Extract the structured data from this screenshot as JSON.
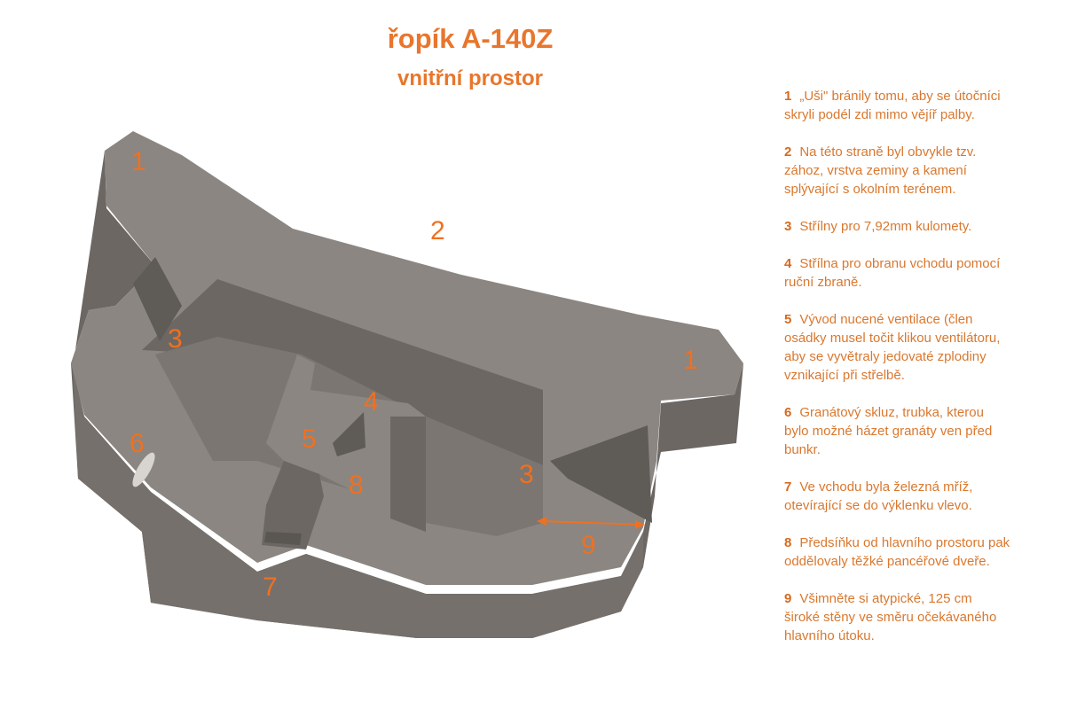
{
  "title": "řopík A-140Z",
  "subtitle": "vnitřní prostor",
  "colors": {
    "accent": "#e8762c",
    "top": "#8b8681",
    "wall": "#6c6763",
    "floor": "#7b7672"
  },
  "labels": {
    "l1a": "1",
    "l2": "2",
    "l1b": "1",
    "l3a": "3",
    "l3b": "3",
    "l4": "4",
    "l5": "5",
    "l6": "6",
    "l7": "7",
    "l8": "8",
    "l9": "9"
  },
  "notes": [
    {
      "num": "1",
      "lines": [
        "„Uši\" bránily tomu, aby se útočníci",
        "skryli podél zdi mimo vějíř palby."
      ]
    },
    {
      "num": "2",
      "lines": [
        "Na této straně byl obvykle tzv.",
        "zához, vrstva zeminy a kamení",
        "splývající s okolním terénem."
      ]
    },
    {
      "num": "3",
      "lines": [
        "Střílny pro 7,92mm kulomety."
      ]
    },
    {
      "num": "4",
      "lines": [
        "Střílna pro obranu vchodu pomocí",
        "ruční zbraně."
      ]
    },
    {
      "num": "5",
      "lines": [
        "Vývod nucené ventilace (člen",
        "osádky musel točit klikou ventilátoru,",
        "aby se vyvětraly jedovaté zplodiny",
        "vznikající při střelbě."
      ]
    },
    {
      "num": "6",
      "lines": [
        "Granátový skluz, trubka, kterou",
        "bylo možné házet granáty ven před",
        "bunkr."
      ]
    },
    {
      "num": "7",
      "lines": [
        "Ve vchodu byla železná mříž,",
        "otevírající se do výklenku vlevo."
      ]
    },
    {
      "num": "8",
      "lines": [
        "Předsíňku od hlavního prostoru pak",
        "oddělovaly těžké pancéřové dveře."
      ]
    },
    {
      "num": "9",
      "lines": [
        "Všimněte si atypické, 125 cm",
        "široké stěny ve směru očekávaného",
        "hlavního útoku."
      ]
    }
  ]
}
